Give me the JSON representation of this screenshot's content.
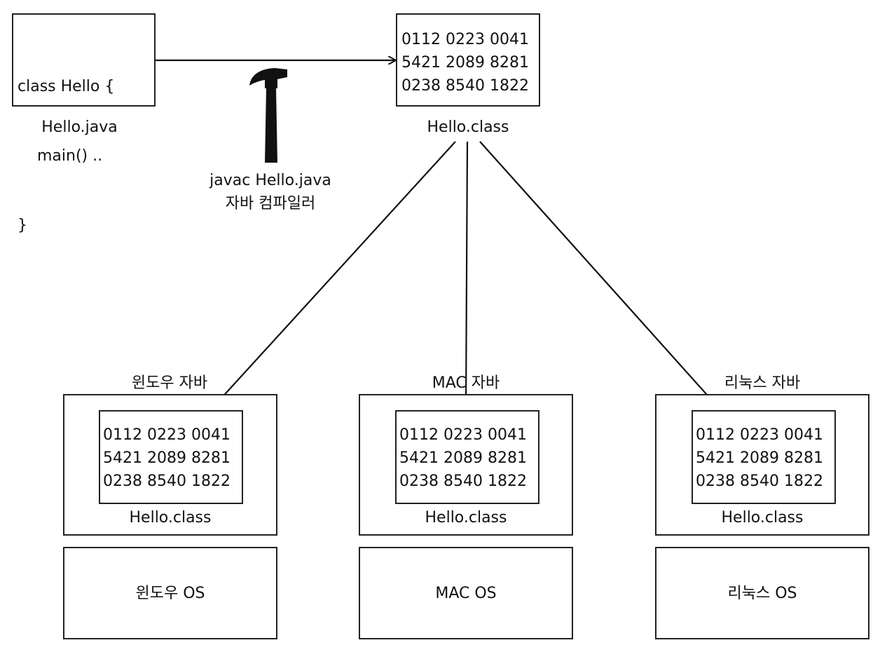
{
  "source": {
    "code_lines": [
      "class Hello {",
      "    main() ..",
      "}"
    ],
    "filename": "Hello.java"
  },
  "compiler": {
    "command": "javac Hello.java",
    "name": "자바 컴파일러",
    "icon": "hammer-icon"
  },
  "bytecode": {
    "lines": [
      "0112 0223 0041",
      "5421 2089 8281",
      "0238 8540 1822"
    ],
    "filename": "Hello.class"
  },
  "platforms": [
    {
      "jvm_label": "윈도우 자바",
      "bytecode_lines": [
        "0112 0223 0041",
        "5421 2089 8281",
        "0238 8540 1822"
      ],
      "class_label": "Hello.class",
      "os_label": "윈도우 OS"
    },
    {
      "jvm_label": "MAC 자바",
      "bytecode_lines": [
        "0112 0223 0041",
        "5421 2089 8281",
        "0238 8540 1822"
      ],
      "class_label": "Hello.class",
      "os_label": "MAC OS"
    },
    {
      "jvm_label": "리눅스 자바",
      "bytecode_lines": [
        "0112 0223 0041",
        "5421 2089 8281",
        "0238 8540 1822"
      ],
      "class_label": "Hello.class",
      "os_label": "리눅스 OS"
    }
  ]
}
